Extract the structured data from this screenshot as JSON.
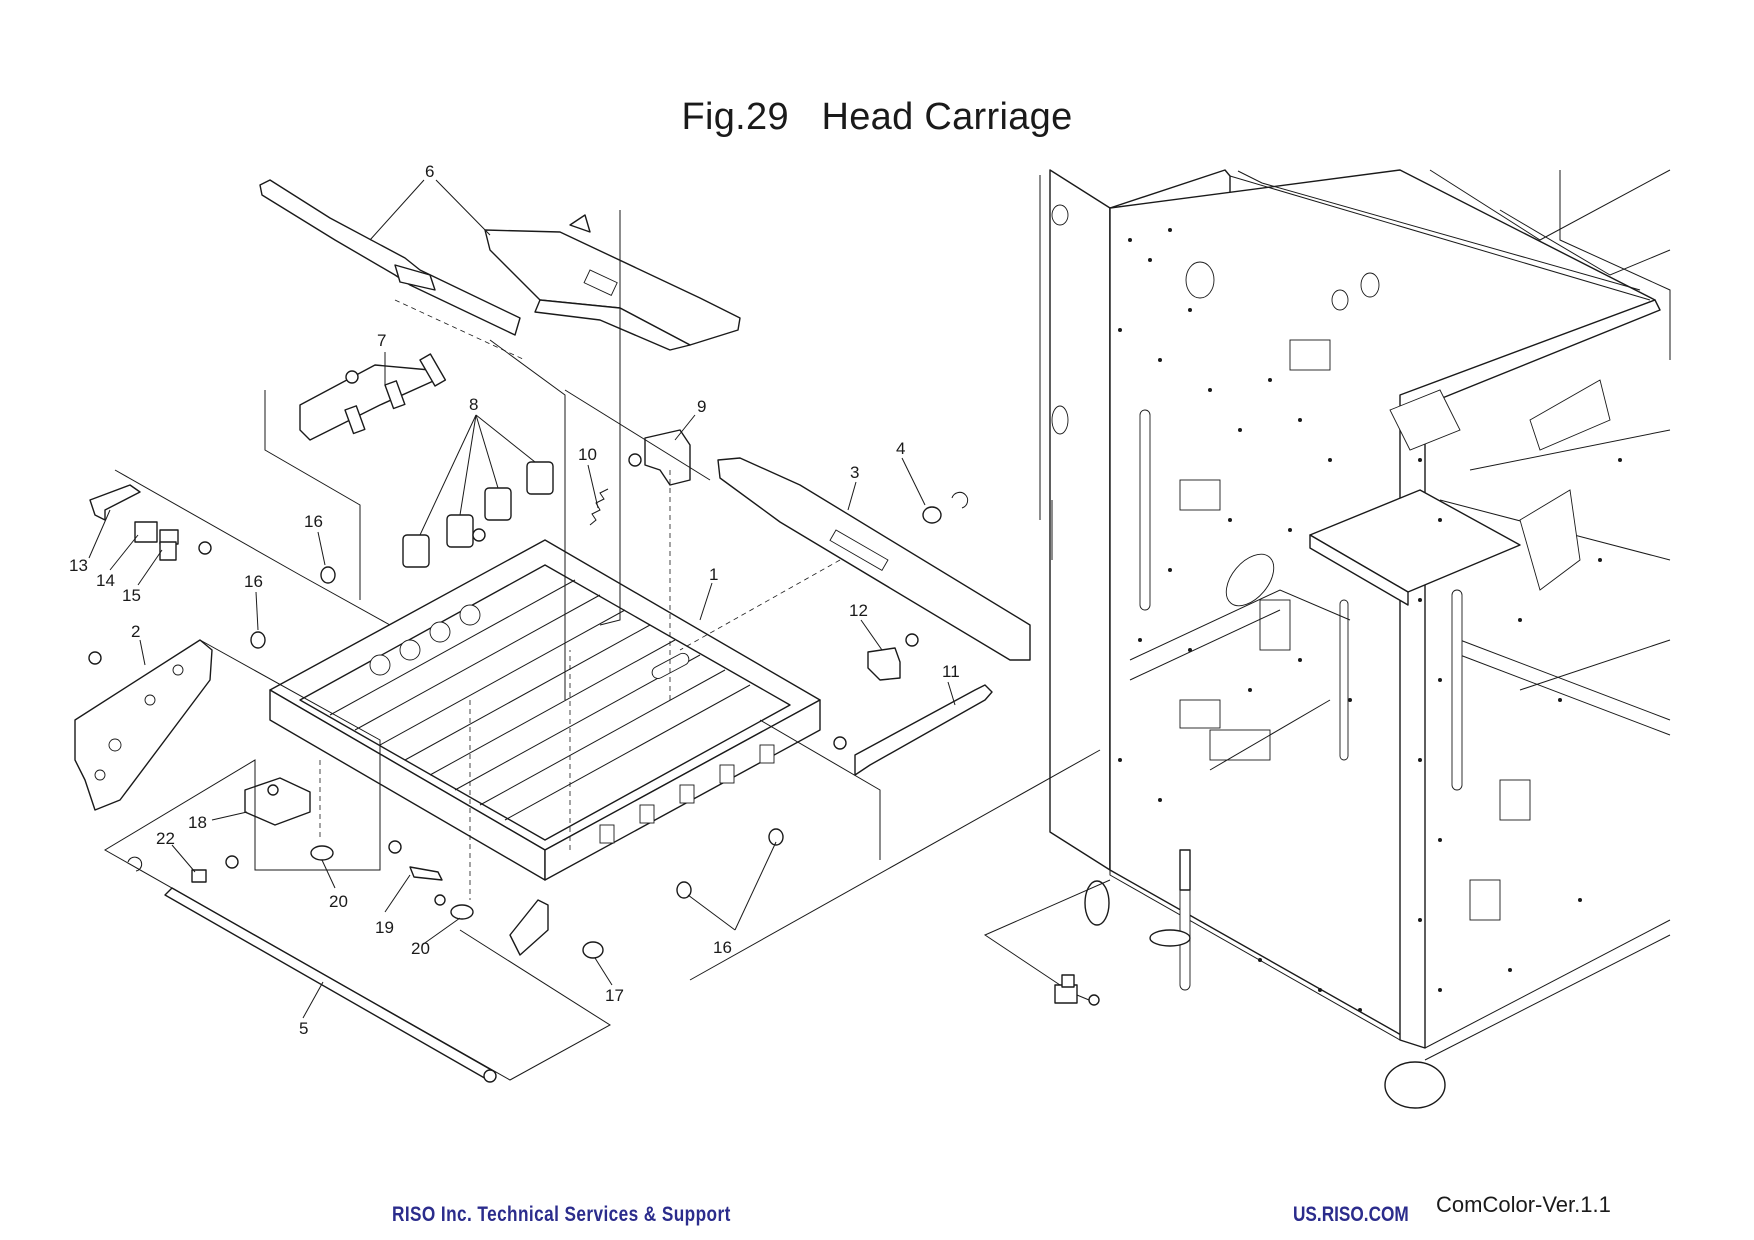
{
  "figure": {
    "title": "Fig.29   Head Carriage"
  },
  "callouts": {
    "c1": "1",
    "c2": "2",
    "c3": "3",
    "c4": "4",
    "c5": "5",
    "c6": "6",
    "c7": "7",
    "c8": "8",
    "c9": "9",
    "c10": "10",
    "c11": "11",
    "c12": "12",
    "c13": "13",
    "c14": "14",
    "c15": "15",
    "c16": "16",
    "c17": "17",
    "c18": "18",
    "c19": "19",
    "c20": "20",
    "c22": "22"
  },
  "footer": {
    "left": "RISO Inc. Technical Services & Support",
    "url": "US.RISO.COM",
    "version": "ComColor-Ver.1.1"
  }
}
